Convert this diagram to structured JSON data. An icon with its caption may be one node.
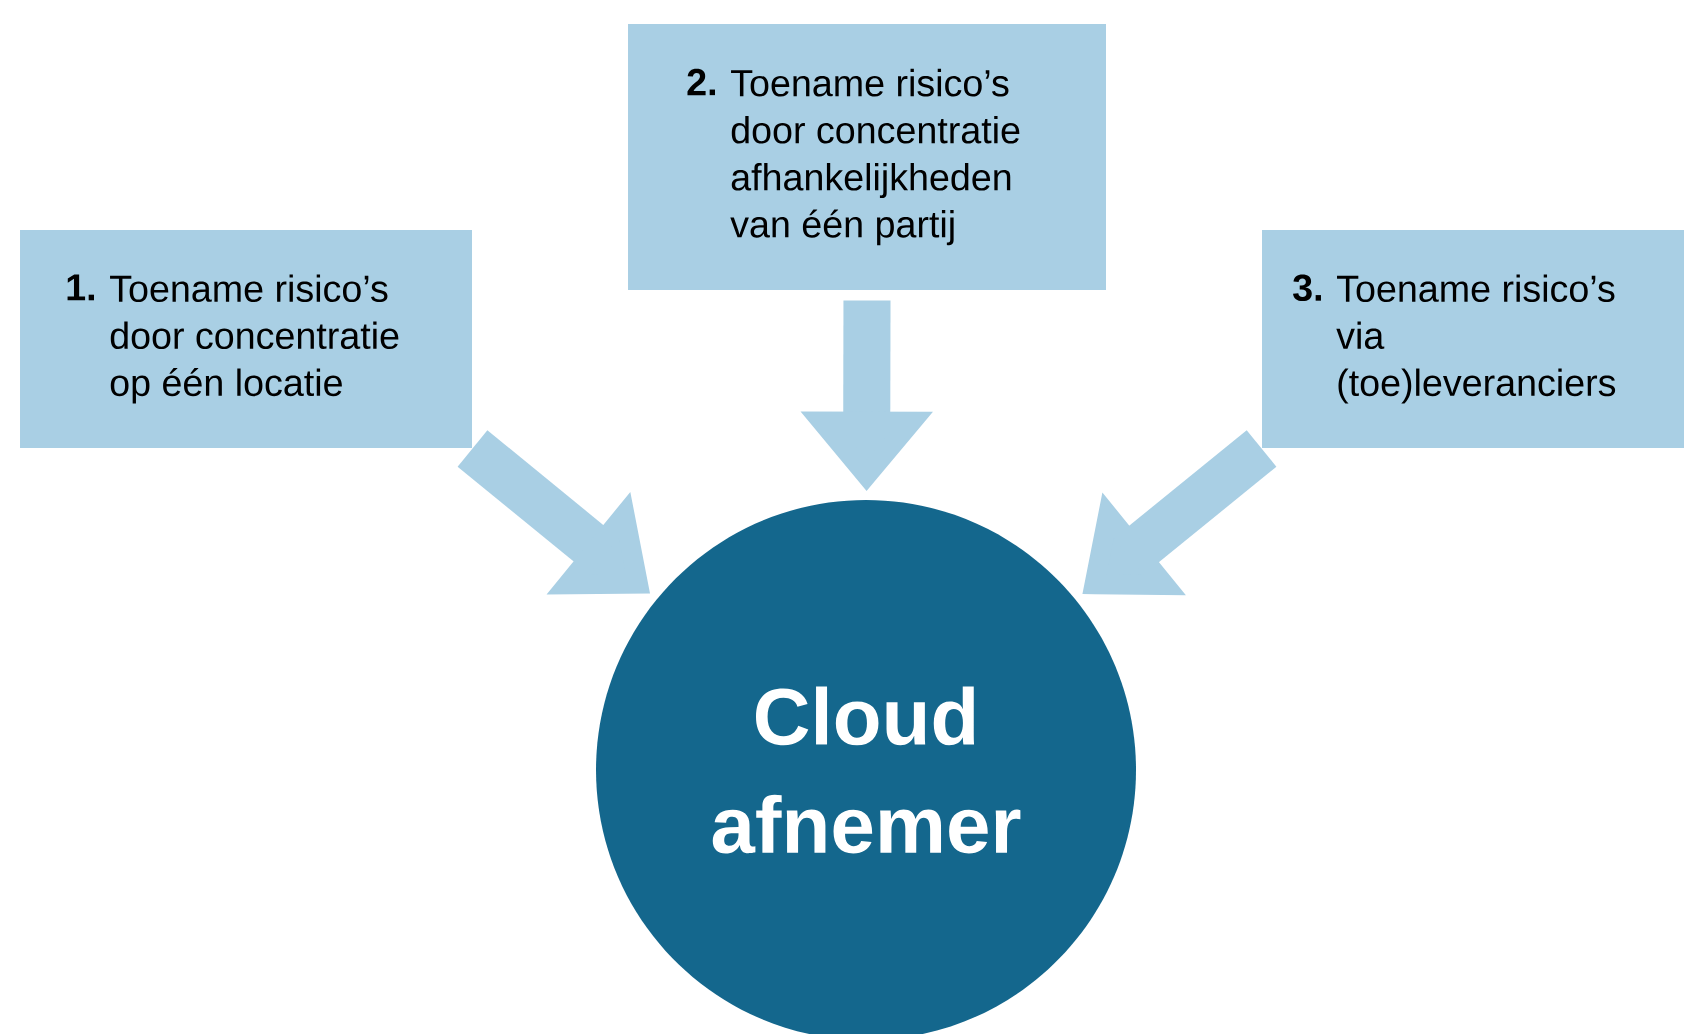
{
  "diagram": {
    "nodes": [
      {
        "text": [
          "1.",
          "Toename risico’s door concentratie op één locatie"
        ]
      },
      {
        "text": [
          "2.",
          "Toename risico’s door concentratie afhankelijkheden van één partij"
        ]
      },
      {
        "text": [
          "3.",
          "Toename risico’s via (toe)leveranciers"
        ]
      },
      {
        "text": [
          "Cloud afnemer"
        ]
      }
    ],
    "edges": [
      {
        "from": 0,
        "to": 3,
        "arrow": "to"
      },
      {
        "from": 1,
        "to": 3,
        "arrow": "to"
      },
      {
        "from": 2,
        "to": 3,
        "arrow": "to"
      }
    ]
  }
}
